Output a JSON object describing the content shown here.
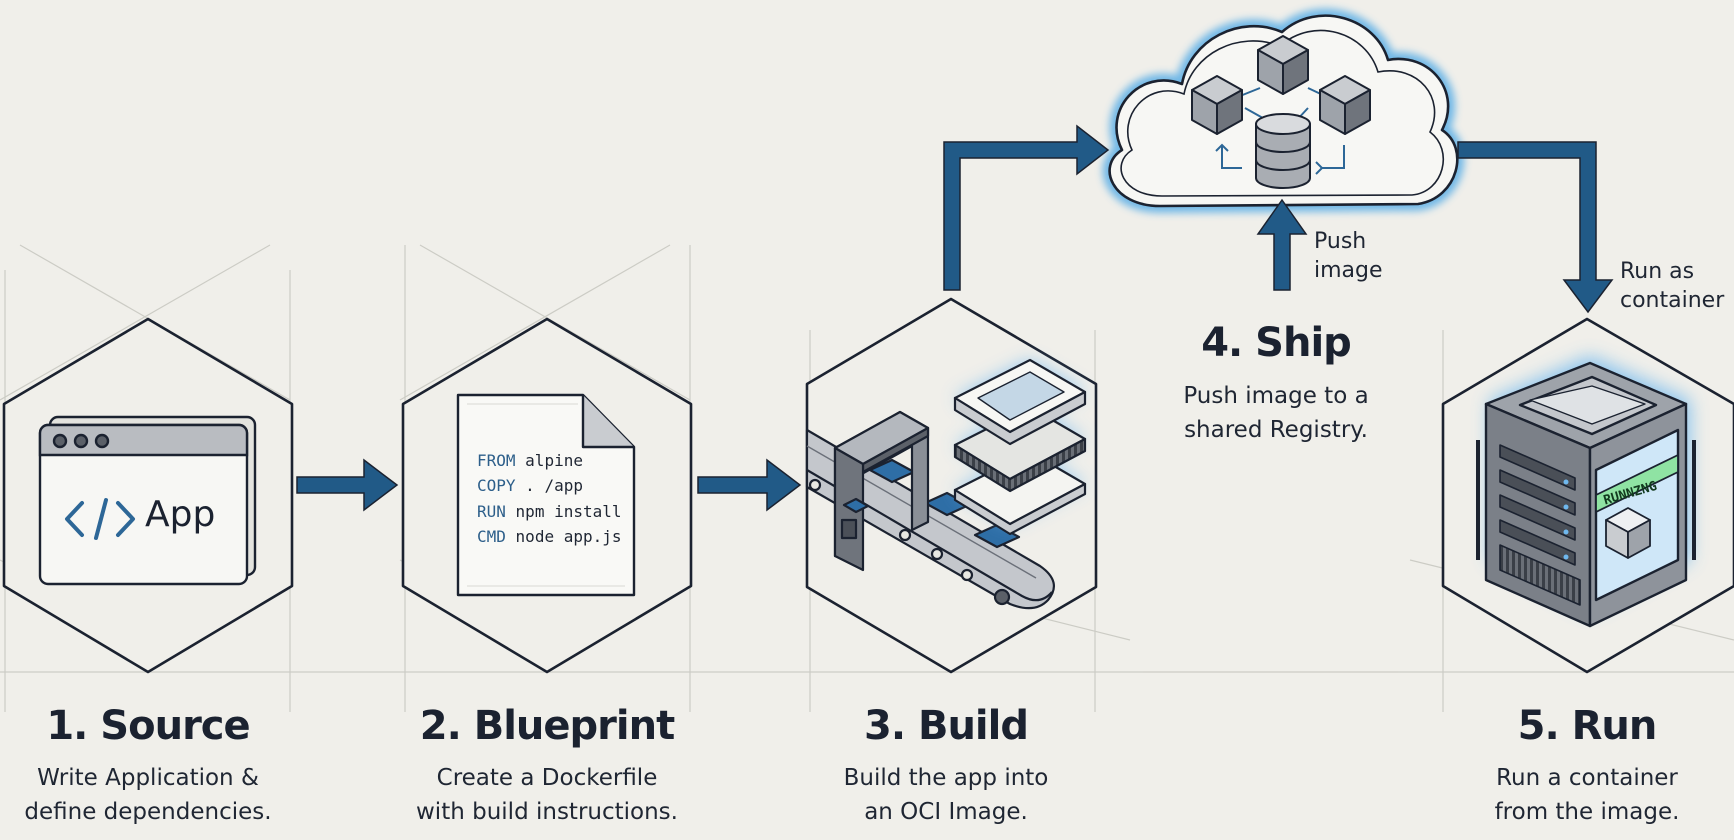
{
  "steps": [
    {
      "title": "1. Source",
      "line1": "Write Application &",
      "line2": "define dependencies."
    },
    {
      "title": "2. Blueprint",
      "line1": "Create a Dockerfile",
      "line2": "with build instructions."
    },
    {
      "title": "3. Build",
      "line1": "Build the app into",
      "line2": "an OCI Image."
    },
    {
      "title": "4. Ship",
      "line1": "Push image to a",
      "line2": "shared Registry."
    },
    {
      "title": "5. Run",
      "line1": "Run a container",
      "line2": "from the image."
    }
  ],
  "source_window": {
    "label": "App",
    "code_glyph": "</>"
  },
  "dockerfile": [
    {
      "keyword": "FROM",
      "arg": "alpine"
    },
    {
      "keyword": "COPY",
      "arg": ". /app"
    },
    {
      "keyword": "RUN",
      "arg": "npm install"
    },
    {
      "keyword": "CMD",
      "arg": "node app.js"
    }
  ],
  "arrow_labels": {
    "push_line1": "Push",
    "push_line2": "image",
    "run_line1": "Run as",
    "run_line2": "container"
  },
  "server_badge": "RUNNZNG",
  "colors": {
    "background": "#f0efea",
    "arrow": "#215a87",
    "outline": "#1b2230",
    "glow": "#5aaee6",
    "badge": "#8fe3a3"
  }
}
